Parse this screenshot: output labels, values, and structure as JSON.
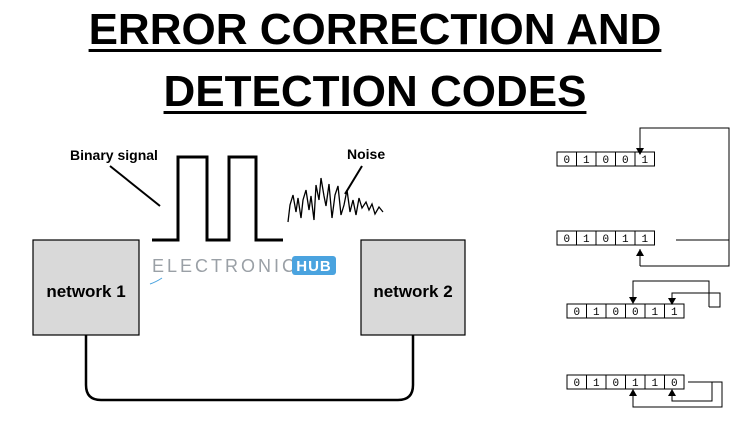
{
  "title": {
    "line1": "ERROR CORRECTION AND",
    "line2": "DETECTION CODES"
  },
  "labels": {
    "binary_signal": "Binary signal",
    "noise": "Noise",
    "network1": "network 1",
    "network2": "network 2"
  },
  "logo": {
    "text": "ELECTRONICS",
    "badge": "HUB"
  },
  "bit_rows": [
    {
      "bits": [
        "0",
        "1",
        "0",
        "0",
        "1"
      ],
      "highlight_index": 3
    },
    {
      "bits": [
        "0",
        "1",
        "0",
        "1",
        "1"
      ],
      "highlight_index": -1
    },
    {
      "bits": [
        "0",
        "1",
        "0",
        "0",
        "1",
        "1"
      ],
      "highlight_index": 5
    },
    {
      "bits": [
        "0",
        "1",
        "0",
        "1",
        "1",
        "0"
      ],
      "highlight_index": 5
    }
  ],
  "colors": {
    "network_box": "#d9d9d9",
    "stroke": "#000000",
    "logo_badge": "#4aa3df",
    "logo_text": "#9aa0a6"
  }
}
